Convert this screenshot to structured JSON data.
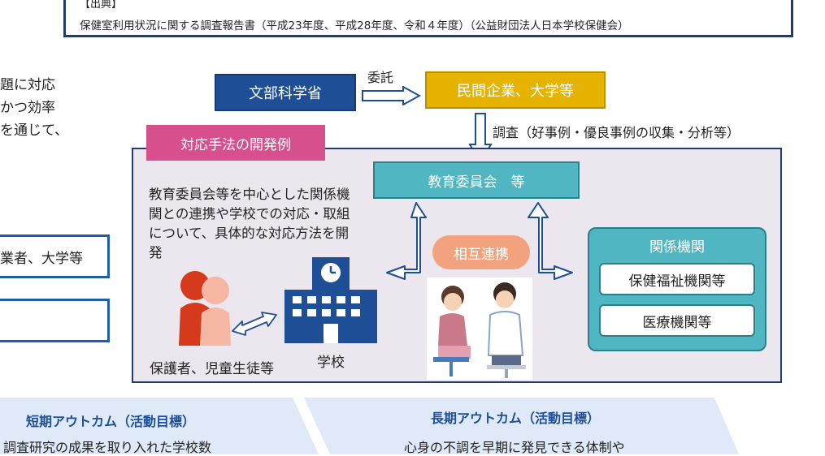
{
  "source": {
    "label": "【出典】",
    "text": "保健室利用状況に関する調査報告書（平成23年度、平成28年度、令和４年度）（公益財団法人日本学校保健会）"
  },
  "left_fragments": {
    "line1": "題に対応",
    "line2": "かつ効率",
    "line3": "を通じて、",
    "box1": "業者、大学等"
  },
  "diagram": {
    "mext": "文部科学省",
    "commission": "委託",
    "private": "民間企業、大学等",
    "survey": "調査（好事例・優良事例の収集・分析等）",
    "method_tag": "対応手法の開発例",
    "board": "教育委員会　等",
    "method_desc": "教育委員会等を中心とした関係機関との連携や学校での対応・取組について、具体的な対応方法を開発",
    "mutual": "相互連携",
    "agencies_title": "関係機関",
    "welfare": "保健福祉機関等",
    "medical": "医療機関等",
    "guardian_label": "保護者、児童生徒等",
    "school_label": "学校"
  },
  "outcomes": {
    "short_title": "短期アウトカム（活動目標）",
    "short_body": "調査研究の成果を取り入れた学校数",
    "long_title": "長期アウトカム（活動目標）",
    "long_body": "心身の不調を早期に発見できる体制や"
  },
  "colors": {
    "navy": "#1e4f96",
    "gold": "#e6b400",
    "teal": "#4fb6c2",
    "pink": "#d84f8d",
    "salmon": "#f2a37e"
  }
}
